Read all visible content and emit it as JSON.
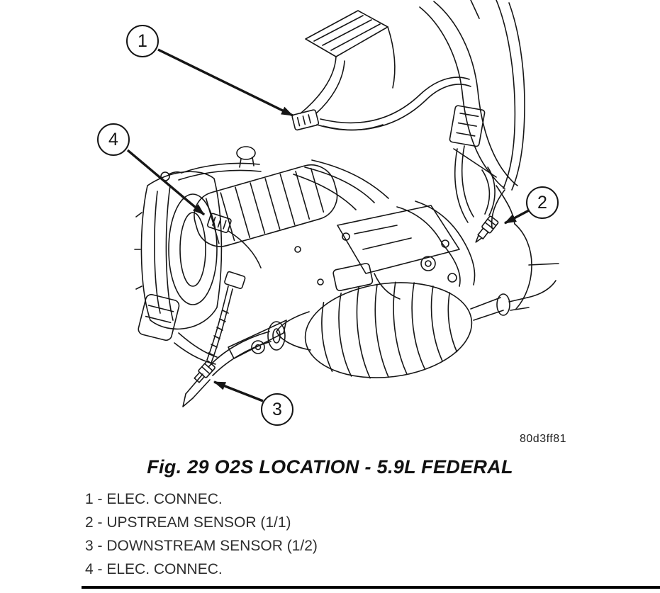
{
  "figure": {
    "caption": "Fig. 29 O2S LOCATION - 5.9L FEDERAL",
    "ref_code": "80d3ff81",
    "callouts": [
      {
        "number": "1"
      },
      {
        "number": "2"
      },
      {
        "number": "3"
      },
      {
        "number": "4"
      }
    ],
    "legend": [
      "1 - ELEC. CONNEC.",
      "2 - UPSTREAM SENSOR (1/1)",
      "3 - DOWNSTREAM SENSOR (1/2)",
      "4 - ELEC. CONNEC."
    ]
  }
}
